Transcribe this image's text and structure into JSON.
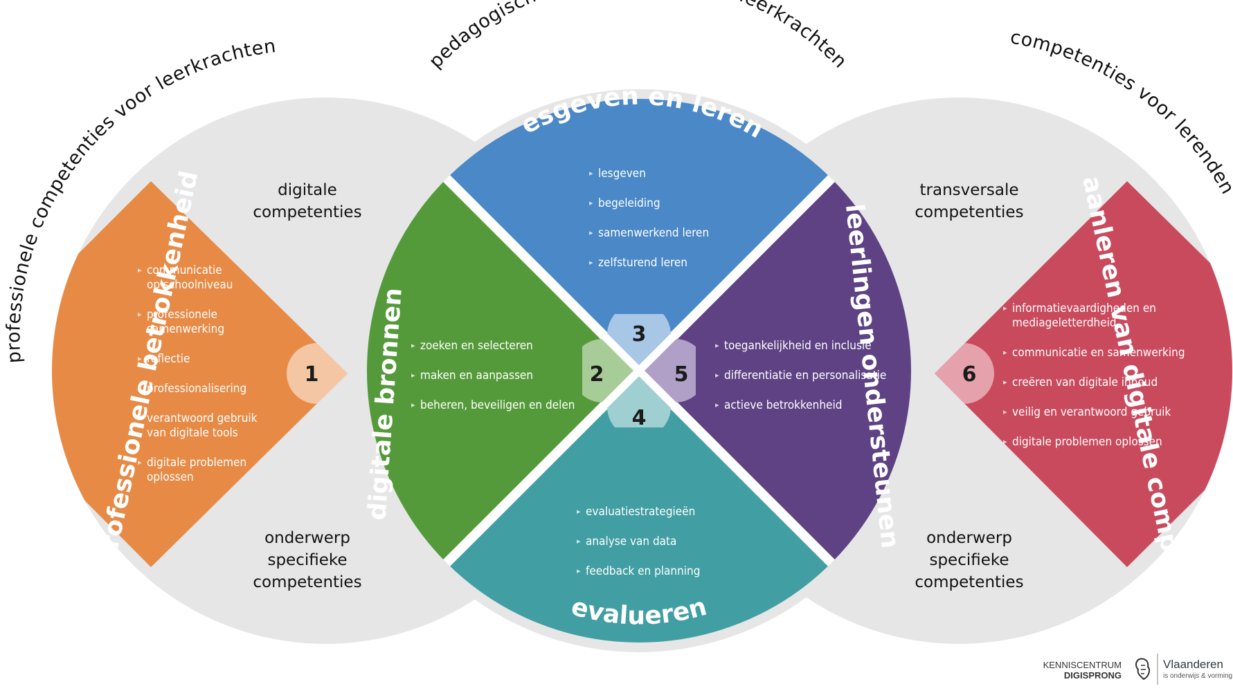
{
  "colors": {
    "background_circle": "#e6e6e6",
    "orange": "#e78a45",
    "green": "#559a3a",
    "blue": "#4a88c7",
    "teal": "#419ea2",
    "purple": "#5e4283",
    "red": "#c94a5d"
  },
  "arc_titles": {
    "left": "professionele competenties voor leerkrachten",
    "center": "pedagogische competenties voor leerkrachten",
    "right": "competenties voor lerenden"
  },
  "side_labels": {
    "left_top": [
      "digitale",
      "competenties"
    ],
    "left_bottom": [
      "onderwerp",
      "specifieke",
      "competenties"
    ],
    "right_top": [
      "transversale",
      "competenties"
    ],
    "right_bottom": [
      "onderwerp",
      "specifieke",
      "competenties"
    ]
  },
  "sections": {
    "s1": {
      "number": "1",
      "title": "professionele betrokkenheid",
      "items": [
        [
          "communicatie",
          "op schoolniveau"
        ],
        [
          "professionele",
          "samenwerking"
        ],
        [
          "reflectie"
        ],
        [
          "professionalisering"
        ],
        [
          "verantwoord gebruik",
          "van digitale tools"
        ],
        [
          "digitale problemen",
          "oplossen"
        ]
      ]
    },
    "s2": {
      "number": "2",
      "title": "digitale bronnen",
      "items": [
        "zoeken en selecteren",
        "maken en aanpassen",
        "beheren, beveiligen en delen"
      ]
    },
    "s3": {
      "number": "3",
      "title": "lesgeven en leren",
      "items": [
        "lesgeven",
        "begeleiding",
        "samenwerkend leren",
        "zelfsturend leren"
      ]
    },
    "s4": {
      "number": "4",
      "title": "evalueren",
      "items": [
        "evaluatiestrategieën",
        "analyse van data",
        "feedback en planning"
      ]
    },
    "s5": {
      "number": "5",
      "title": "leerlingen ondersteunen",
      "items": [
        "toegankelijkheid en inclusie",
        "differentiatie en personalisatie",
        "actieve betrokkenheid"
      ]
    },
    "s6": {
      "number": "6",
      "title": "aanleren van digitale comp.",
      "items": [
        [
          "informatievaardigheden en",
          "mediageletterdheid"
        ],
        [
          "communicatie en samenwerking"
        ],
        [
          "creëren van digitale inhoud"
        ],
        [
          "veilig en verantwoord gebruik"
        ],
        [
          "digitale problemen oplossen"
        ]
      ]
    }
  },
  "logo": {
    "org_line1": "KENNISCENTRUM",
    "org_line2": "DIGISPRONG",
    "brand": "Vlaanderen",
    "tagline": "is onderwijs & vorming"
  }
}
